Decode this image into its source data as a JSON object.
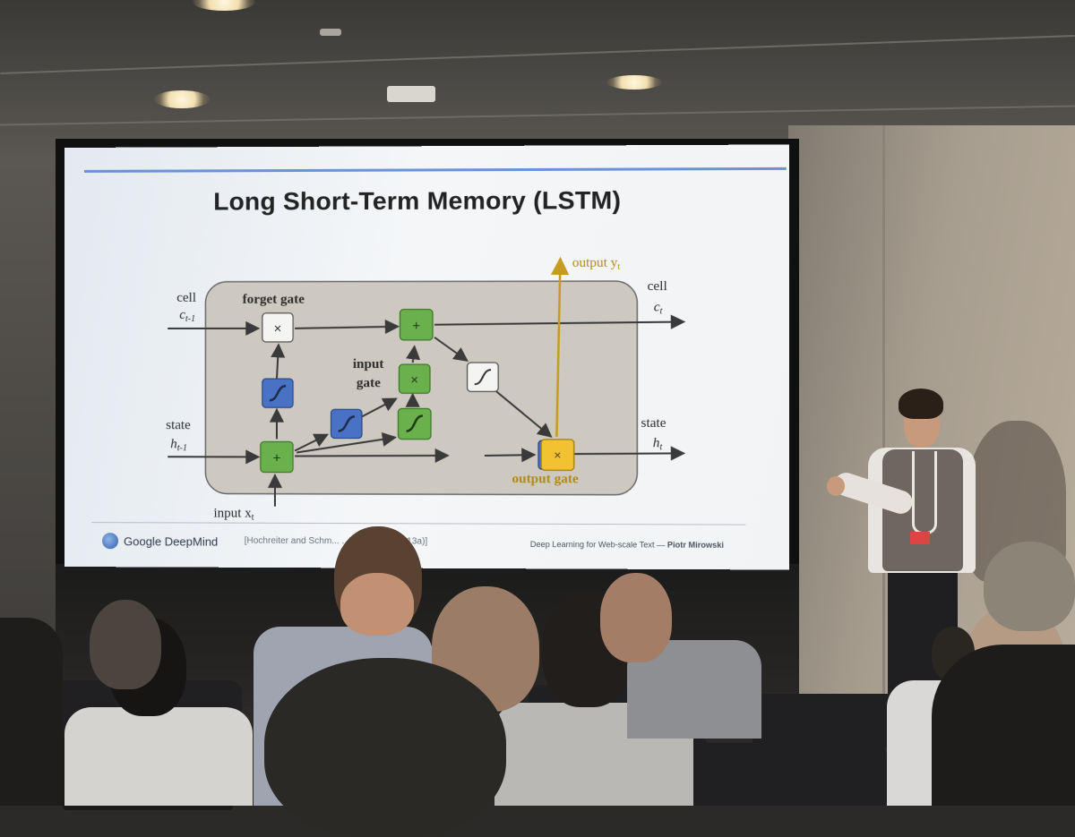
{
  "slide": {
    "title": "Long Short-Term Memory (LSTM)",
    "diagram": {
      "labels": {
        "cell_in": "cell",
        "cell_in_sym": "c",
        "cell_in_sub": "t-1",
        "state_in": "state",
        "state_in_sym": "h",
        "state_in_sub": "t-1",
        "input": "input x",
        "input_sub": "t",
        "forget_gate": "forget gate",
        "input_gate_1": "input",
        "input_gate_2": "gate",
        "output_gate": "output gate",
        "output": "output y",
        "output_sub": "t",
        "cell_out": "cell",
        "cell_out_sym": "c",
        "cell_out_sub": "t",
        "state_out": "state",
        "state_out_sym": "h",
        "state_out_sub": "t"
      },
      "operators": {
        "multiply": "×",
        "add": "+"
      },
      "colors": {
        "box_fill": "#cfcac1",
        "add_node": "#6ab04c",
        "sigmoid_node": "#4a72c4",
        "tanh_node": "#f4f4f2",
        "output_gate_node": "#f2c230",
        "output_line": "#c79b22"
      }
    },
    "footer": {
      "brand": "Google DeepMind",
      "citation": "[Hochreiter and Schm...   ...7], Graves (2013a)]",
      "talk": "Deep Learning for Web-scale Text —",
      "author": "Piotr Mirowski"
    }
  }
}
